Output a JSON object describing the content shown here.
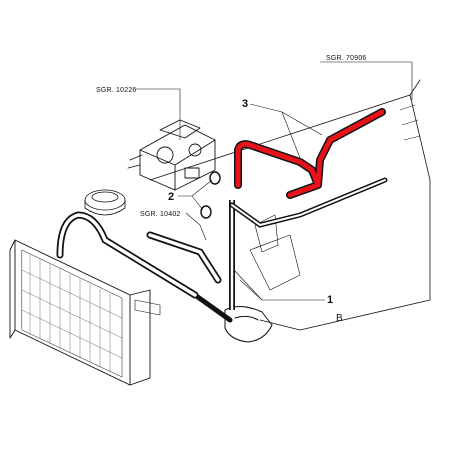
{
  "refs": {
    "sgr_10226": "SGR. 10226",
    "sgr_70906": "SGR. 70906",
    "sgr_10402": "SGR. 10402"
  },
  "callouts": {
    "one": "1",
    "two": "2",
    "three": "3",
    "b": "B"
  },
  "colors": {
    "highlight": "#e8121b",
    "ink": "#111111"
  }
}
